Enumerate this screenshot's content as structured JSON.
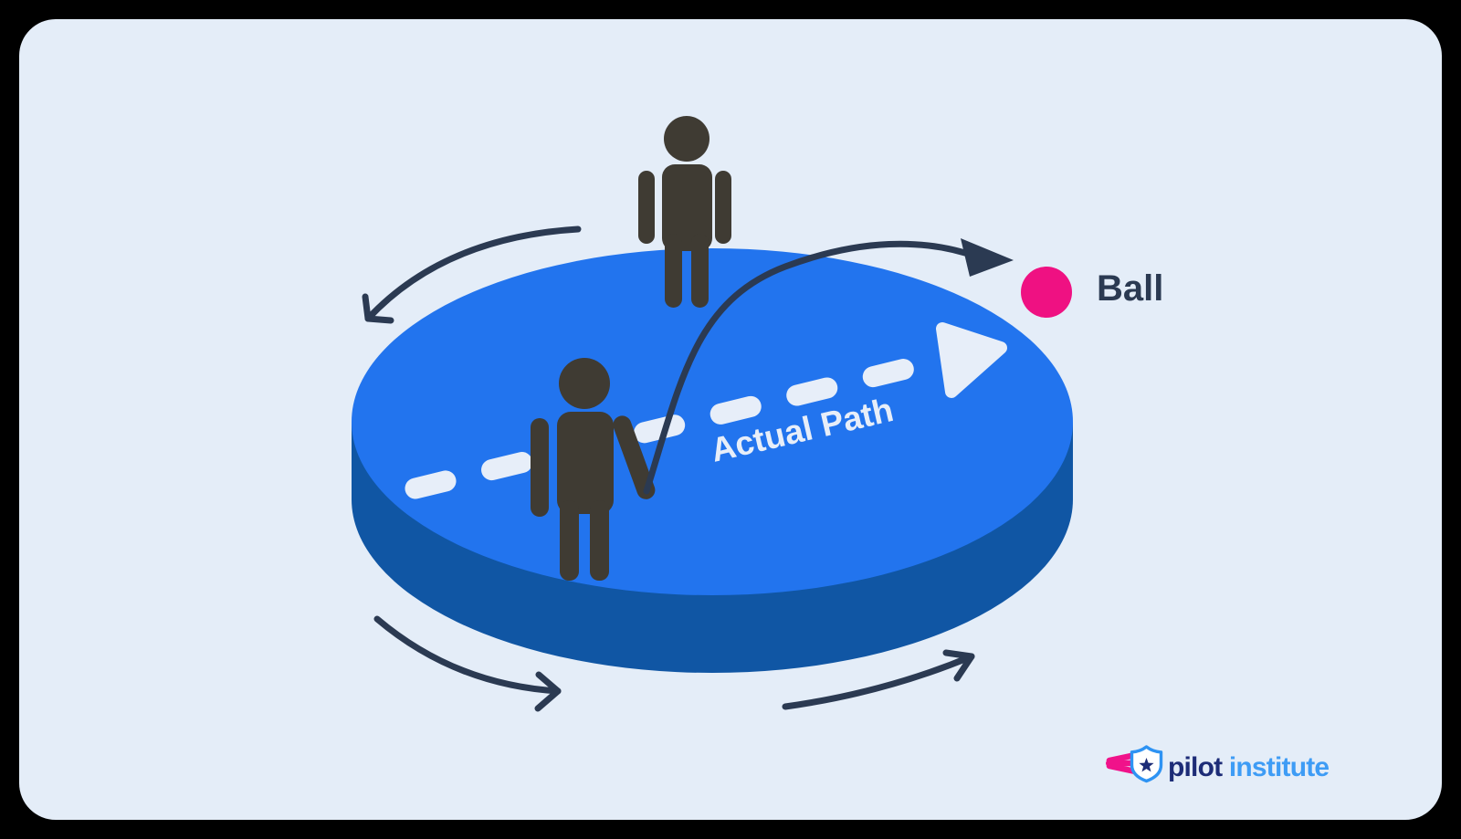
{
  "diagram": {
    "actual_path_label": "Actual Path",
    "ball_label": "Ball"
  },
  "branding": {
    "name_primary": "pilot",
    "name_secondary": "institute"
  },
  "colors": {
    "frame_background": "#000000",
    "panel_background": "#e4edf8",
    "disc_top": "#2274ee",
    "disc_side": "#1056a4",
    "figure_dark": "#3f3b33",
    "navy_arrow": "#2b3a52",
    "path_light": "#e7eef9",
    "ball_pink": "#ef1182",
    "brand_navy": "#1d2c77",
    "brand_blue": "#3e9cf5",
    "shield_blue": "#2e93f3",
    "wing_pink": "#f0128a"
  }
}
